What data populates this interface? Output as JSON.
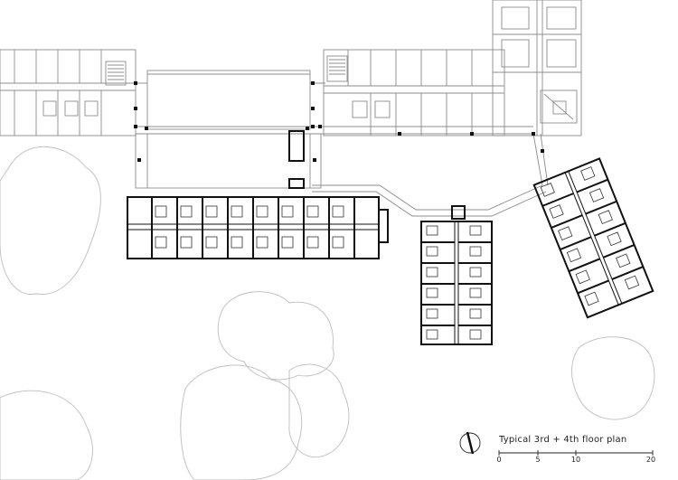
{
  "plan": {
    "title": "Typical 3rd + 4th floor plan"
  },
  "scale_bar": {
    "labels": [
      "0",
      "5",
      "10",
      "20"
    ]
  }
}
